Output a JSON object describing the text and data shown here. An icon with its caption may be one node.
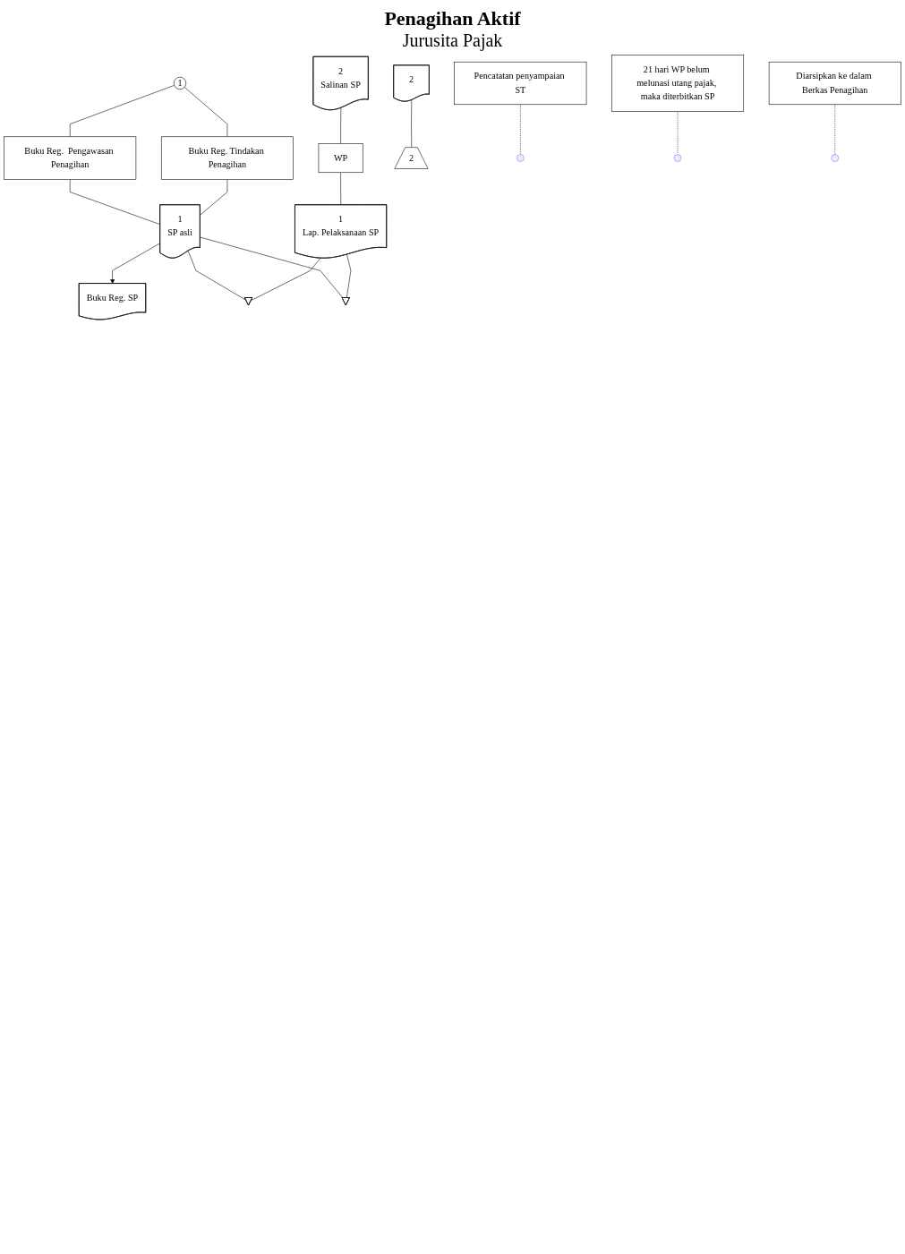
{
  "diagram": {
    "title": "Penagihan Aktif",
    "nodes": [
      {
        "text": [
          "1"
        ]
      },
      {
        "text": [
          "Pencatatan penyampaian ST"
        ]
      },
      {
        "text": [
          "Buku Reg.  Pengawasan Penagihan"
        ]
      },
      {
        "text": [
          "Buku Reg. Tindakan Penagihan"
        ]
      },
      {
        "text": [
          "21 hari WP belum melunasi utang pajak, maka diterbitkan SP"
        ]
      },
      {
        "text": [
          "1",
          "SP asli"
        ]
      },
      {
        "text": [
          "2",
          "Salinan SP"
        ]
      },
      {
        "text": [
          "Buku Reg. SP"
        ]
      },
      {
        "text": [
          "Diarsipkan ke dalam Berkas Penagihan"
        ]
      },
      {
        "text": [
          "WP"
        ]
      },
      {
        "text": [
          "1",
          "Lap. Pelaksanaan SP"
        ]
      },
      {
        "text": [
          "2"
        ]
      },
      {
        "text": [],
        "shape": "triangle"
      },
      {
        "text": [],
        "shape": "triangle"
      },
      {
        "text": [
          "2"
        ]
      }
    ],
    "edges": [
      {
        "from": 0,
        "to": 2,
        "arrow": "none"
      },
      {
        "from": 0,
        "to": 3,
        "arrow": "none"
      },
      {
        "from": 1,
        "to": null,
        "arrow": "none",
        "style": "dashed"
      },
      {
        "from": 2,
        "to": 5,
        "arrow": "none"
      },
      {
        "from": 3,
        "to": 5,
        "arrow": "none"
      },
      {
        "from": 4,
        "to": null,
        "arrow": "none",
        "style": "dashed"
      },
      {
        "from": 5,
        "to": 7,
        "arrow": "to"
      },
      {
        "from": 6,
        "to": 9,
        "arrow": "none"
      },
      {
        "from": 9,
        "to": 10,
        "arrow": "none"
      },
      {
        "from": 5,
        "to": 12,
        "arrow": "none"
      },
      {
        "from": 5,
        "to": 13,
        "arrow": "none"
      },
      {
        "from": 10,
        "to": 12,
        "arrow": "none"
      },
      {
        "from": 10,
        "to": 13,
        "arrow": "none"
      },
      {
        "from": 8,
        "to": null,
        "arrow": "none",
        "style": "dashed"
      },
      {
        "from": 11,
        "to": 14,
        "arrow": "none"
      }
    ],
    "labels": [
      "Jurusita Pajak"
    ]
  }
}
